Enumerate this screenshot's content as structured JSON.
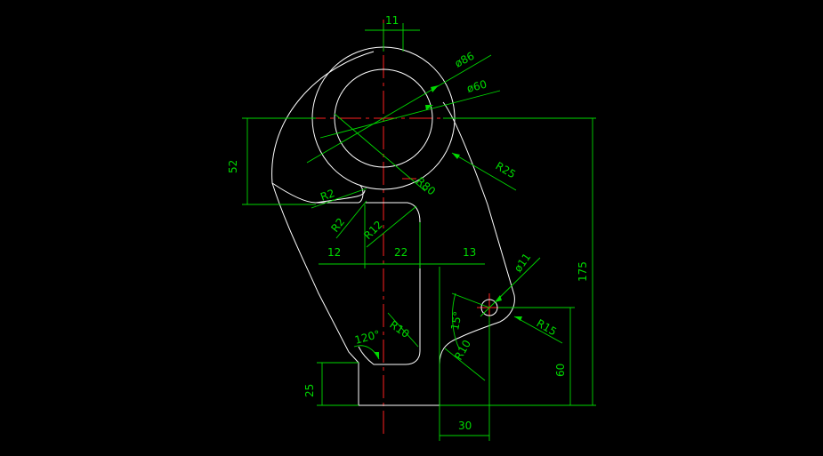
{
  "drawing": {
    "background": "#000000",
    "colors": {
      "geometry": "#ffffff",
      "centerline": "#ff2020",
      "dimension": "#00d800"
    },
    "dimensions": {
      "d11": "11",
      "d86": "ø86",
      "d60": "ø60",
      "d52": "52",
      "r80": "R80",
      "r25": "R25",
      "r2a": "R2",
      "r2b": "R2",
      "r12": "R12",
      "d12": "12",
      "d22": "22",
      "d13": "13",
      "d175": "175",
      "dhole": "ø11",
      "a15": "15°",
      "r15": "R15",
      "a120": "120°",
      "r10a": "R10",
      "r10b": "R10",
      "d60b": "60",
      "d25": "25",
      "d30": "30"
    }
  }
}
